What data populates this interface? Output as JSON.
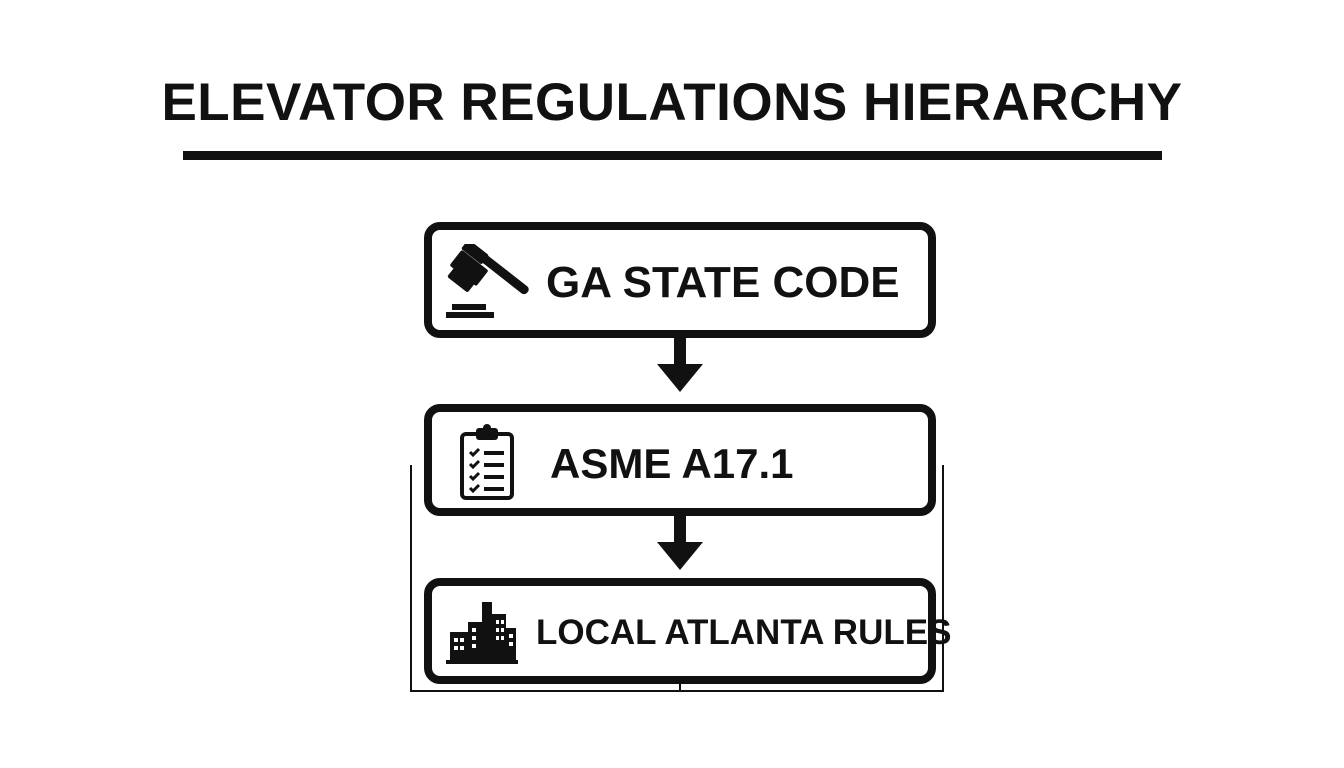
{
  "title": "ELEVATOR REGULATIONS HIERARCHY",
  "nodes": [
    {
      "label": "GA STATE CODE",
      "icon": "gavel-icon"
    },
    {
      "label": "ASME A17.1",
      "icon": "clipboard-checklist-icon"
    },
    {
      "label": "LOCAL ATLANTA RULES",
      "icon": "city-buildings-icon"
    }
  ],
  "colors": {
    "ink": "#111111",
    "background": "#ffffff"
  }
}
